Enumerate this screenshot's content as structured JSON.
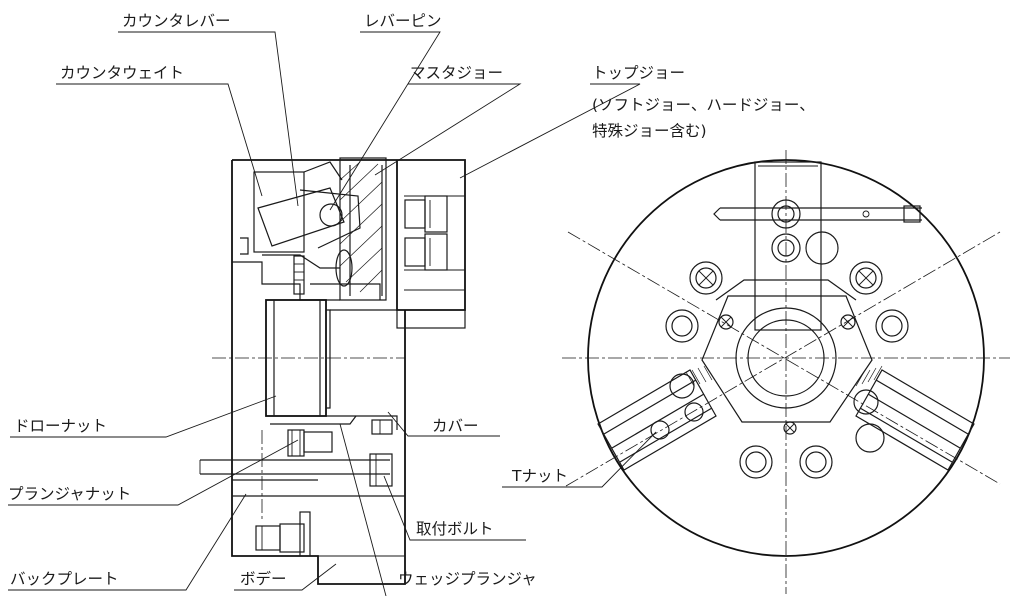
{
  "labels": {
    "counter_lever": "カウンタレバー",
    "lever_pin": "レバーピン",
    "counter_weight": "カウンタウェイト",
    "master_jaw": "マスタジョー",
    "top_jaw": "トップジョー",
    "top_jaw_note_1": "(ソフトジョー、ハードジョー、",
    "top_jaw_note_2": "特殊ジョー含む)",
    "draw_nut": "ドローナット",
    "cover": "カバー",
    "plunger_nut": "プランジャナット",
    "mounting_bolt": "取付ボルト",
    "t_nut": "Tナット",
    "back_plate": "バックプレート",
    "body": "ボデー",
    "wedge_plunger": "ウェッジプランジャ"
  },
  "colors": {
    "ink": "#1a1a1a",
    "background": "#ffffff"
  }
}
